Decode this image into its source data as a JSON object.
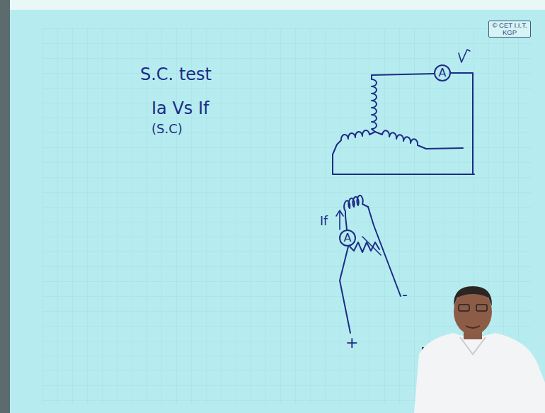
{
  "diagram": {
    "nodes": [
      {
        "text": [
          "© CET I.I.T. KGP"
        ]
      },
      {
        "text": [
          "A"
        ]
      },
      {
        "text": [
          "A"
        ]
      }
    ],
    "labels": [
      "S.C. test",
      "Ia Vs If",
      "(S.C)",
      "If",
      "+",
      "-"
    ]
  }
}
